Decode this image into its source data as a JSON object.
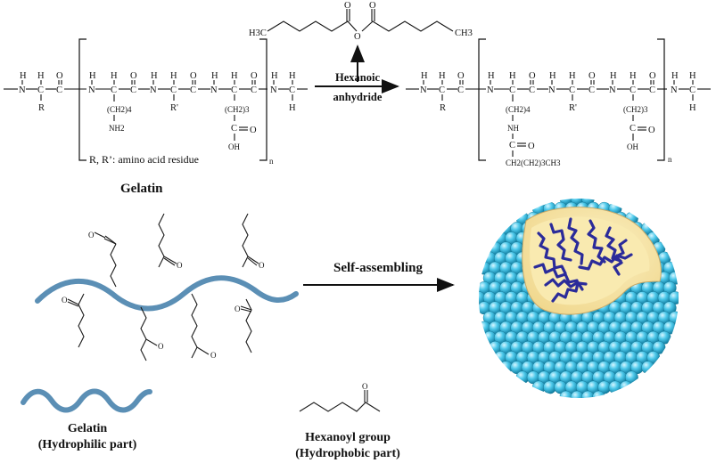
{
  "reagent": {
    "left_terminal": "H3C",
    "right_terminal": "CH3",
    "carbonyl": "O",
    "bridge": "O"
  },
  "reaction": {
    "reagent_line1": "Hexanoic",
    "reagent_line2": "anhydride"
  },
  "gelatin_chain": {
    "atoms": {
      "H": "H",
      "N": "N",
      "C": "C",
      "O": "O",
      "R": "R",
      "R_prime": "R'",
      "ch2_4": "(CH2)4",
      "nh2": "NH2",
      "ch2_3": "(CH2)3",
      "oh": "OH",
      "nh": "NH",
      "ch3_tail": "CH2(CH2)3CH3",
      "subscript_n": "n"
    },
    "footnote": "R, R’: amino acid residue",
    "title": "Gelatin"
  },
  "assembly": {
    "arrow_label": "Self-assembling",
    "carbonyl_o": "O"
  },
  "legend": {
    "gelatin_line1": "Gelatin",
    "gelatin_line2": "(Hydrophilic part)",
    "hexanoyl_line1": "Hexanoyl group",
    "hexanoyl_line2": "(Hydrophobic part)",
    "carbonyl_o": "O"
  },
  "colors": {
    "gelatin_wave": "#5b8fb5",
    "sphere_shell": "#33b5d9",
    "sphere_core": "#f7e3a0",
    "hydrophobic_chains": "#2b2b9a"
  }
}
